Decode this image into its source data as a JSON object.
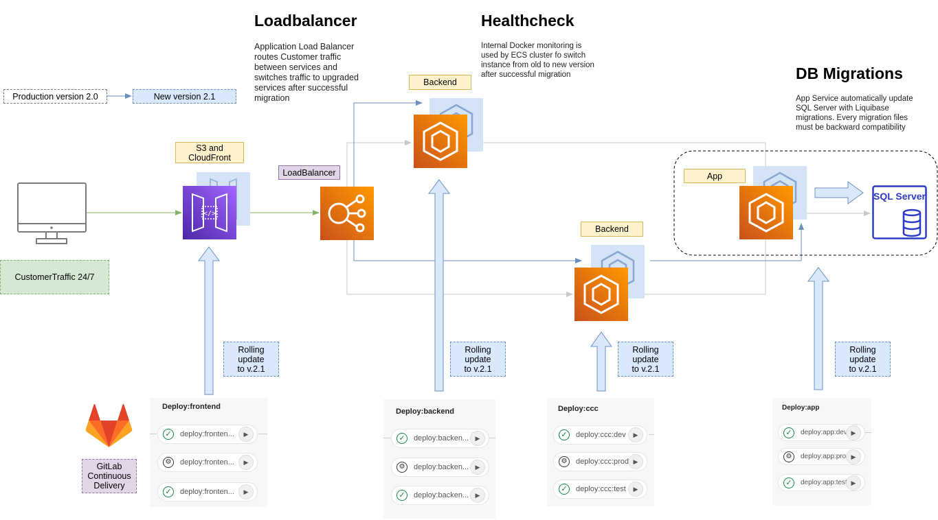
{
  "sections": {
    "loadbalancer": {
      "title": "Loadbalancer",
      "text": [
        "Application Load Balancer",
        "routes Customer traffic",
        "between services and",
        "switches traffic to upgraded",
        "services after successful",
        "migration"
      ]
    },
    "healthcheck": {
      "title": "Healthcheck",
      "text": [
        "Internal Docker monitoring is",
        "used by ECS cluster fo switch",
        "instance from old to new version",
        "after successful migration"
      ]
    },
    "db_migrations": {
      "title": "DB Migrations",
      "text": [
        "App Service automatically update",
        "SQL Server with Liquibase",
        "migrations. Every migration files",
        "must be backward compatibility"
      ]
    }
  },
  "legend": {
    "production": "Production version 2.0",
    "new": "New version 2.1"
  },
  "labels": {
    "s3": [
      "S3 and",
      "CloudFront"
    ],
    "loadbalancer": "LoadBalancer",
    "backend_top": "Backend",
    "backend_bottom": "Backend",
    "app": "App",
    "customer": "CustomerTraffic 24/7",
    "gitlab": [
      "GitLab",
      "Continuous",
      "Delivery"
    ],
    "sql_server": "SQL Server"
  },
  "rolling_update": [
    "Rolling update",
    "to v.2.1"
  ],
  "pipelines": [
    {
      "title": "Deploy:frontend",
      "jobs": [
        {
          "name": "deploy:fronten...",
          "status": "success"
        },
        {
          "name": "deploy:fronten...",
          "status": "manual"
        },
        {
          "name": "deploy:fronten...",
          "status": "success"
        }
      ]
    },
    {
      "title": "Deploy:backend",
      "jobs": [
        {
          "name": "deploy:backen...",
          "status": "success"
        },
        {
          "name": "deploy:backen...",
          "status": "manual"
        },
        {
          "name": "deploy:backen...",
          "status": "success"
        }
      ]
    },
    {
      "title": "Deploy:ccc",
      "jobs": [
        {
          "name": "deploy:ccc:dev",
          "status": "success"
        },
        {
          "name": "deploy:ccc:prod",
          "status": "manual"
        },
        {
          "name": "deploy:ccc:test",
          "status": "success"
        }
      ]
    },
    {
      "title": "Deploy:app",
      "jobs": [
        {
          "name": "deploy:app:dev",
          "status": "success"
        },
        {
          "name": "deploy:app:prod",
          "status": "manual"
        },
        {
          "name": "deploy:app:test",
          "status": "success"
        }
      ]
    }
  ],
  "colors": {
    "aws_orange_start": "#c8511b",
    "aws_orange_end": "#ff9900",
    "aws_purple_start": "#4d27a8",
    "aws_purple_end": "#a166ff",
    "arrow_blue": "#6c8ebf",
    "arrow_fill": "#dae8fc",
    "traffic_green": "#82b366",
    "connector_gray": "#c8c8c8",
    "sql_blue": "#2d3ac7",
    "gitlab_orange": "#e24329"
  }
}
